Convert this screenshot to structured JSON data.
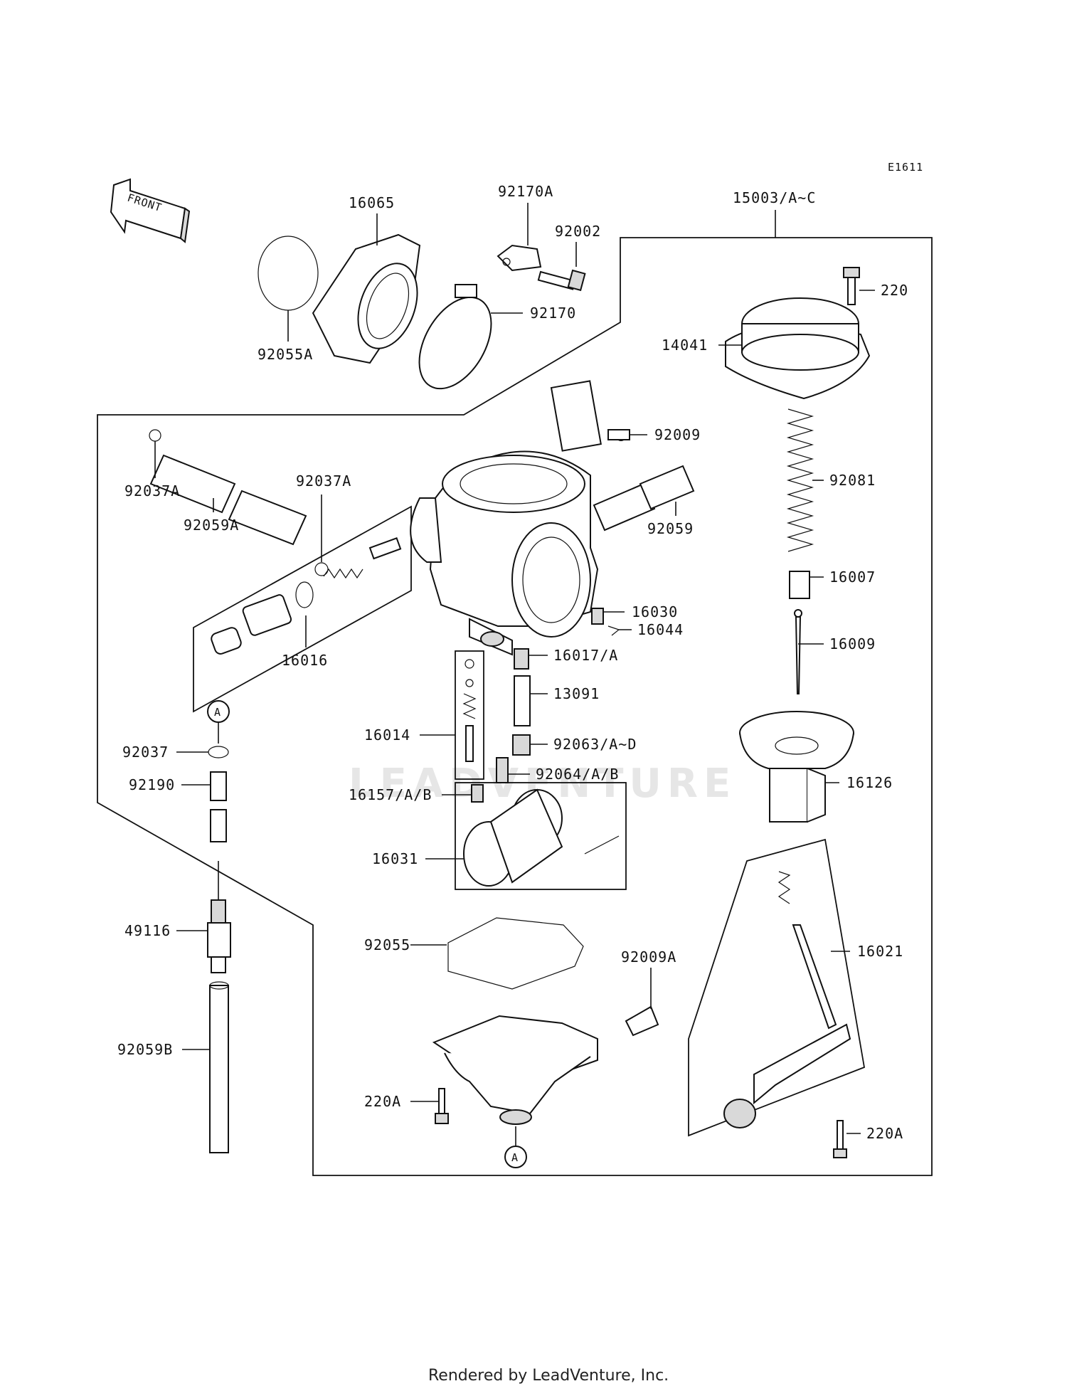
{
  "diagram_code": "E1611",
  "front_label": "FRONT",
  "watermark": "LEADVENTURE",
  "footer": "Rendered by LeadVenture, Inc.",
  "parts": {
    "p15003": "15003/A~C",
    "p16065": "16065",
    "p92170A": "92170A",
    "p92002": "92002",
    "p92170": "92170",
    "p92055A": "92055A",
    "p220": "220",
    "p14041": "14041",
    "p92009": "92009",
    "p92081": "92081",
    "p92037A_l": "92037A",
    "p92037A_r": "92037A",
    "p92059A": "92059A",
    "p92059": "92059",
    "p16007": "16007",
    "p16030": "16030",
    "p16044": "16044",
    "p16016": "16016",
    "p16017A": "16017/A",
    "p16009": "16009",
    "p13091": "13091",
    "p16014": "16014",
    "p92063": "92063/A~D",
    "p92037": "92037",
    "p92064": "92064/A/B",
    "p16126": "16126",
    "p92190": "92190",
    "p16157": "16157/A/B",
    "p16031": "16031",
    "p49116": "49116",
    "p92055": "92055",
    "p92009A": "92009A",
    "p16021": "16021",
    "p92059B": "92059B",
    "p220A_l": "220A",
    "p220A_r": "220A"
  },
  "refs": {
    "a_top": "A",
    "a_bottom": "A"
  }
}
